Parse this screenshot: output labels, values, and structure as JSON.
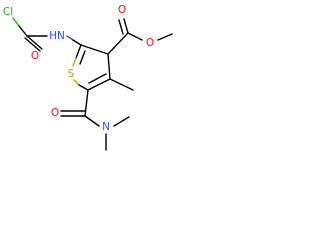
{
  "molecule": {
    "atoms": {
      "chlorine": {
        "text": "Cl",
        "color": "#1fb01f"
      },
      "amide_n_h": {
        "text": "HN",
        "color": "#3050f8"
      },
      "amide_o": {
        "text": "O",
        "color": "#ff0d0d"
      },
      "ester_o_double": {
        "text": "O",
        "color": "#ff0d0d"
      },
      "ester_o_single": {
        "text": "O",
        "color": "#ff0d0d"
      },
      "sulfur": {
        "text": "S",
        "color": "#c8a400"
      },
      "dimethyl_n": {
        "text": "N",
        "color": "#3050f8"
      },
      "carbonyl_o": {
        "text": "O",
        "color": "#ff0d0d"
      }
    }
  }
}
